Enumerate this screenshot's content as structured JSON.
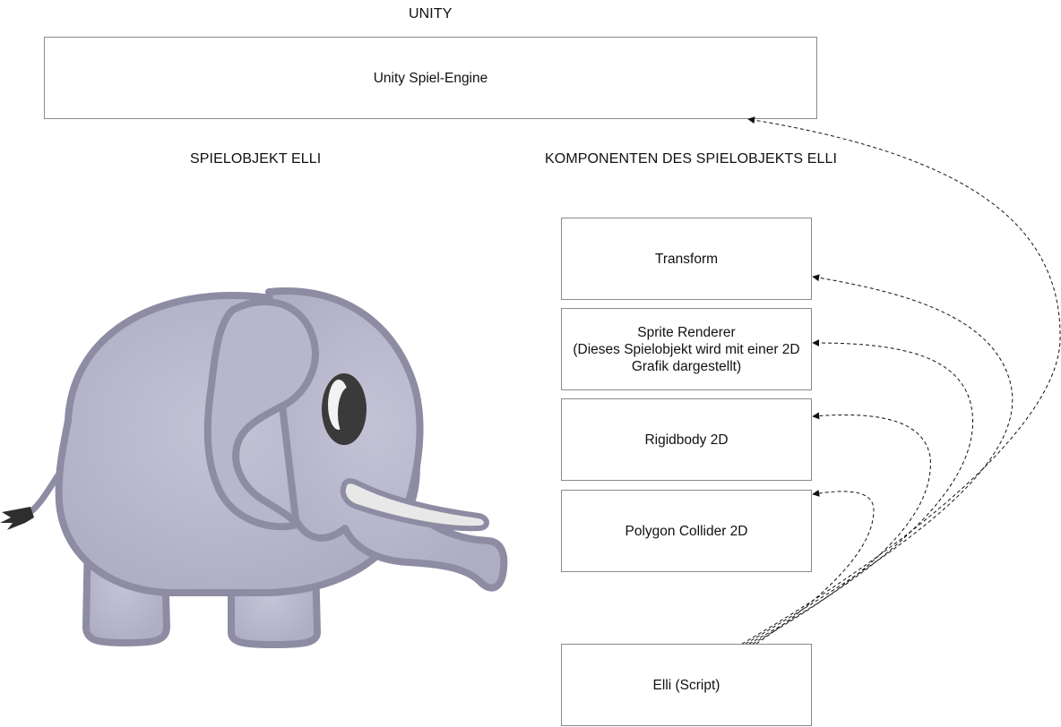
{
  "headings": {
    "unity": "UNITY",
    "game_object": "SPIELOBJEKT ELLI",
    "components": "KOMPONENTEN DES SPIELOBJEKTS ELLI"
  },
  "engine_box": {
    "label": "Unity Spiel-Engine"
  },
  "components": [
    {
      "label": "Transform"
    },
    {
      "lines": [
        "Sprite Renderer",
        "(Dieses Spielobjekt wird mit einer 2D",
        "Grafik dargestellt)"
      ]
    },
    {
      "label": "Rigidbody 2D"
    },
    {
      "label": "Polygon Collider 2D"
    }
  ],
  "script_box": {
    "label": "Elli (Script)"
  },
  "illustration": {
    "icon": "elephant-illustration",
    "colors": {
      "body": "#b9b8cc",
      "outline": "#8d8ca3",
      "tusk": "#e8e8e8",
      "eye": "#3a3a3a",
      "tail_tuft": "#2e2e2e"
    }
  },
  "connectors": {
    "style": "dashed",
    "color": "#111111"
  }
}
